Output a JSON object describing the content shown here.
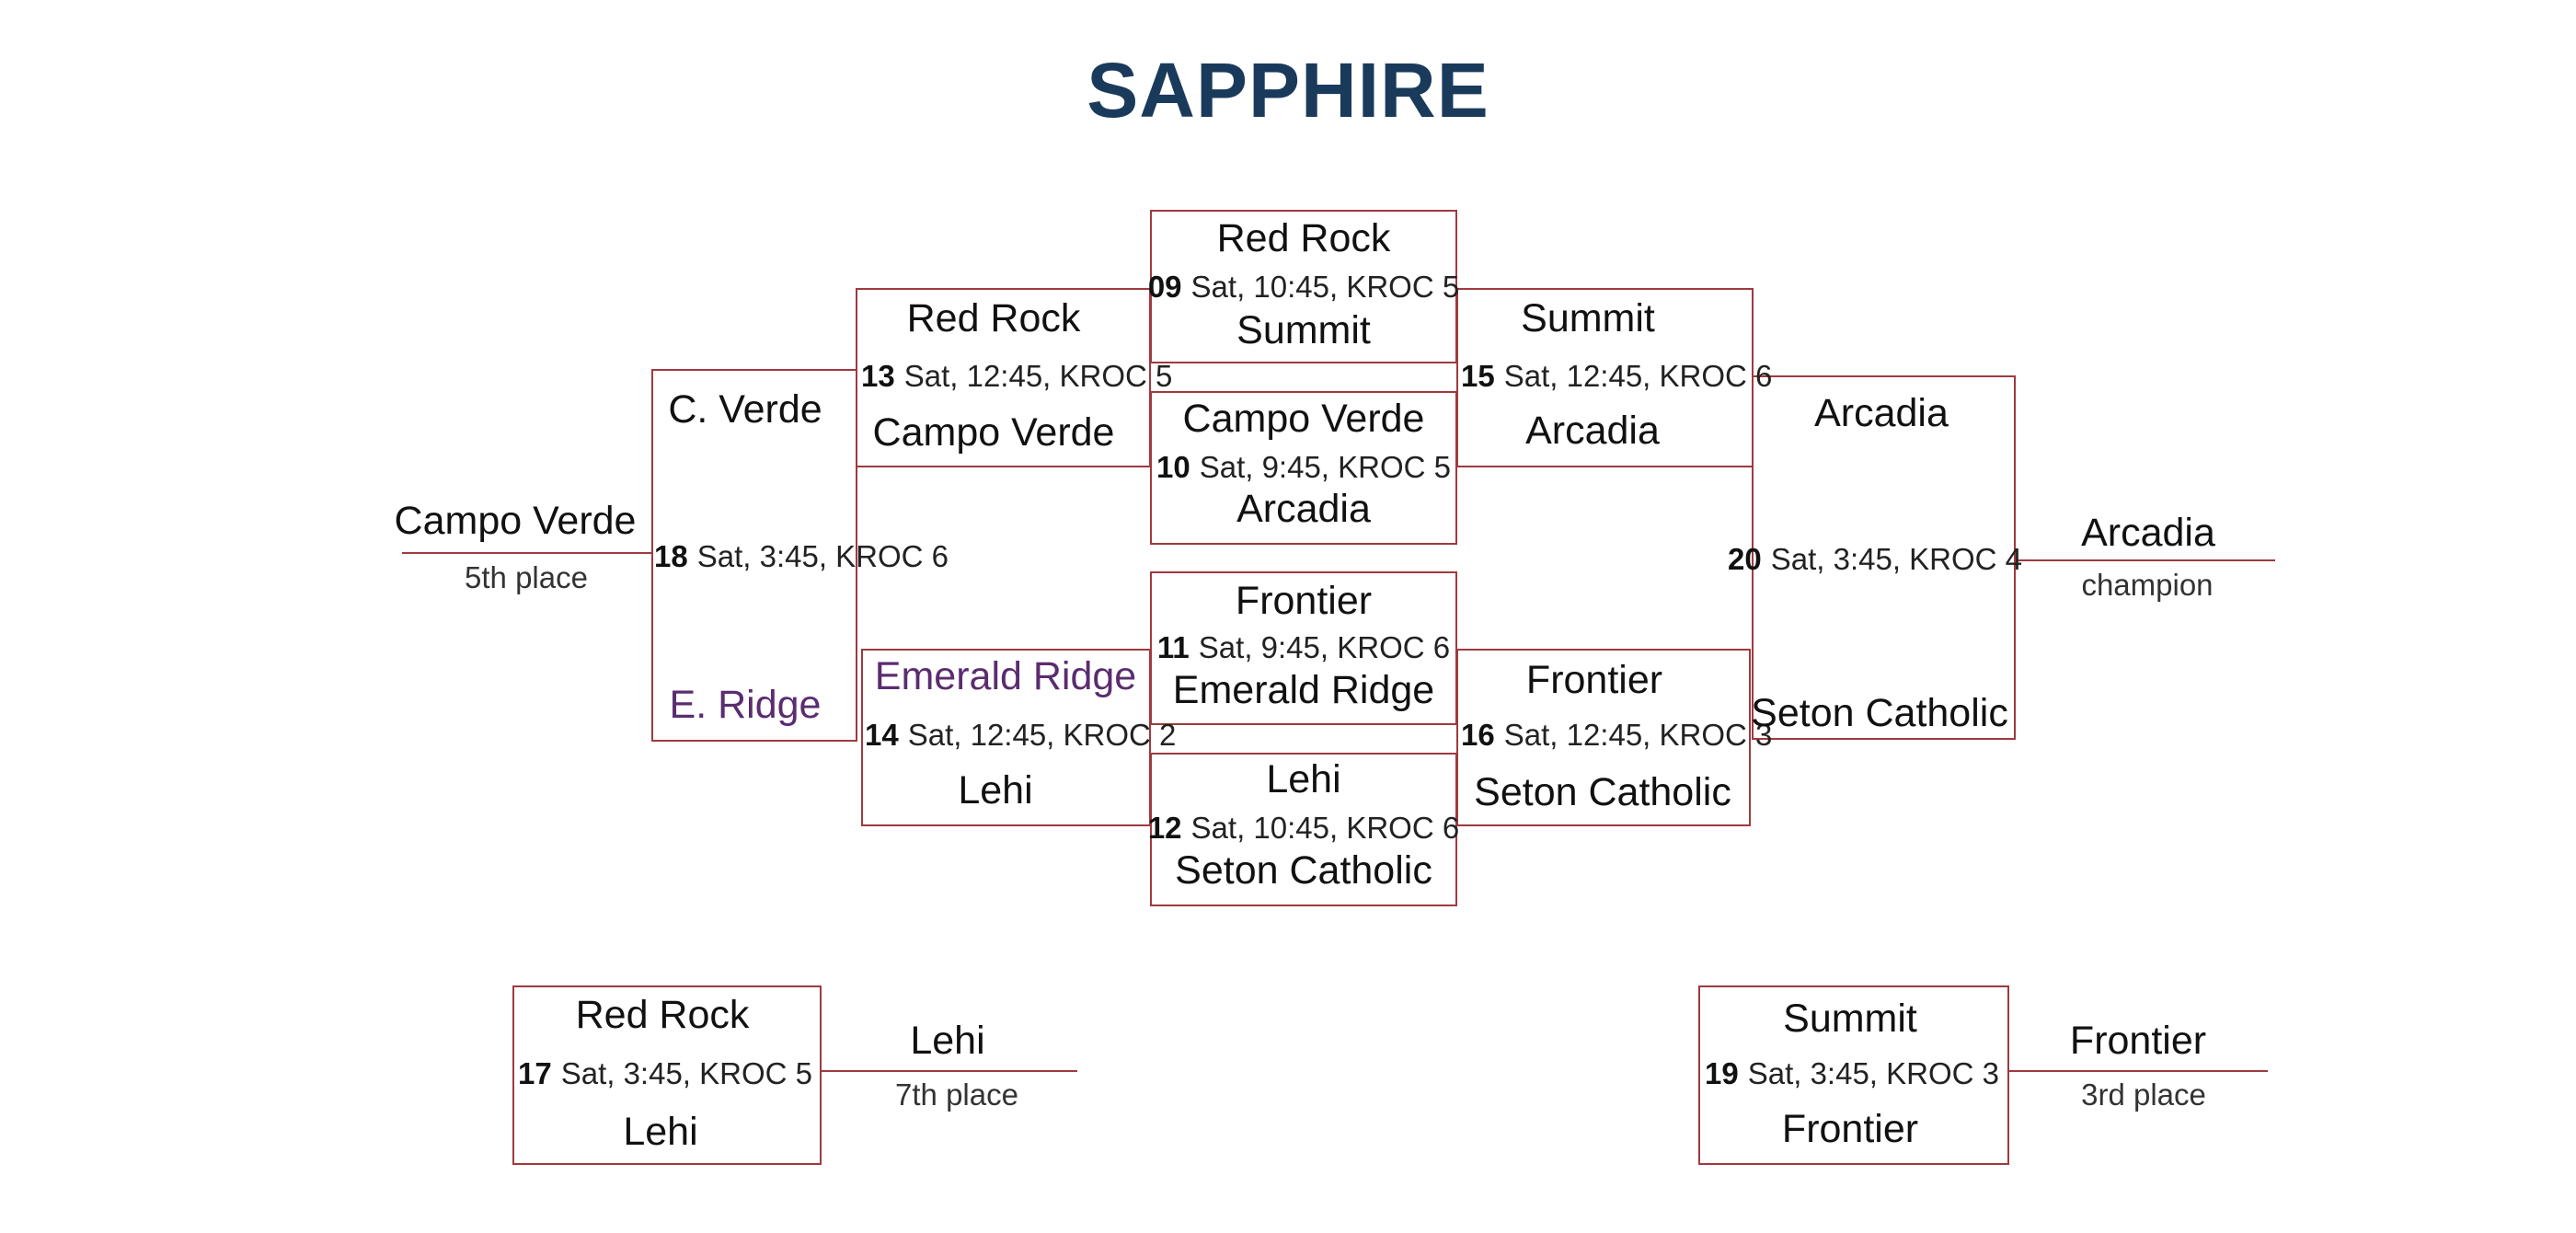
{
  "title": "SAPPHIRE",
  "colors": {
    "bracket_line": "#9e3a3f",
    "title": "#1a3a5c",
    "alt_team_text": "#5b2c6f"
  },
  "games": {
    "g09": {
      "number": "09",
      "info": "Sat, 10:45, KROC 5",
      "top": "Red Rock",
      "bottom": "Summit"
    },
    "g10": {
      "number": "10",
      "info": "Sat, 9:45, KROC 5",
      "top": "Campo Verde",
      "bottom": "Arcadia"
    },
    "g11": {
      "number": "11",
      "info": "Sat, 9:45, KROC 6",
      "top": "Frontier",
      "bottom": "Emerald Ridge"
    },
    "g12": {
      "number": "12",
      "info": "Sat, 10:45, KROC 6",
      "top": "Lehi",
      "bottom": "Seton Catholic"
    },
    "g13": {
      "number": "13",
      "info": "Sat, 12:45, KROC 5",
      "top": "Red Rock",
      "bottom": "Campo Verde"
    },
    "g14": {
      "number": "14",
      "info": "Sat, 12:45, KROC 2",
      "top": "Emerald Ridge",
      "bottom": "Lehi"
    },
    "g15": {
      "number": "15",
      "info": "Sat, 12:45, KROC 6",
      "top": "Summit",
      "bottom": "Arcadia"
    },
    "g16": {
      "number": "16",
      "info": "Sat, 12:45, KROC 3",
      "top": "Frontier",
      "bottom": "Seton Catholic"
    },
    "g17": {
      "number": "17",
      "info": "Sat, 3:45, KROC 5",
      "top": "Red Rock",
      "bottom": "Lehi"
    },
    "g18": {
      "number": "18",
      "info": "Sat, 3:45, KROC 6",
      "top": "C. Verde",
      "bottom": "E. Ridge"
    },
    "g19": {
      "number": "19",
      "info": "Sat, 3:45, KROC 3",
      "top": "Summit",
      "bottom": "Frontier"
    },
    "g20": {
      "number": "20",
      "info": "Sat, 3:45, KROC 4",
      "top": "Arcadia",
      "bottom": "Seton Catholic"
    }
  },
  "results": {
    "fifth": {
      "team": "Campo Verde",
      "label": "5th place"
    },
    "champion": {
      "team": "Arcadia",
      "label": "champion"
    },
    "seventh": {
      "team": "Lehi",
      "label": "7th place"
    },
    "third": {
      "team": "Frontier",
      "label": "3rd place"
    }
  }
}
